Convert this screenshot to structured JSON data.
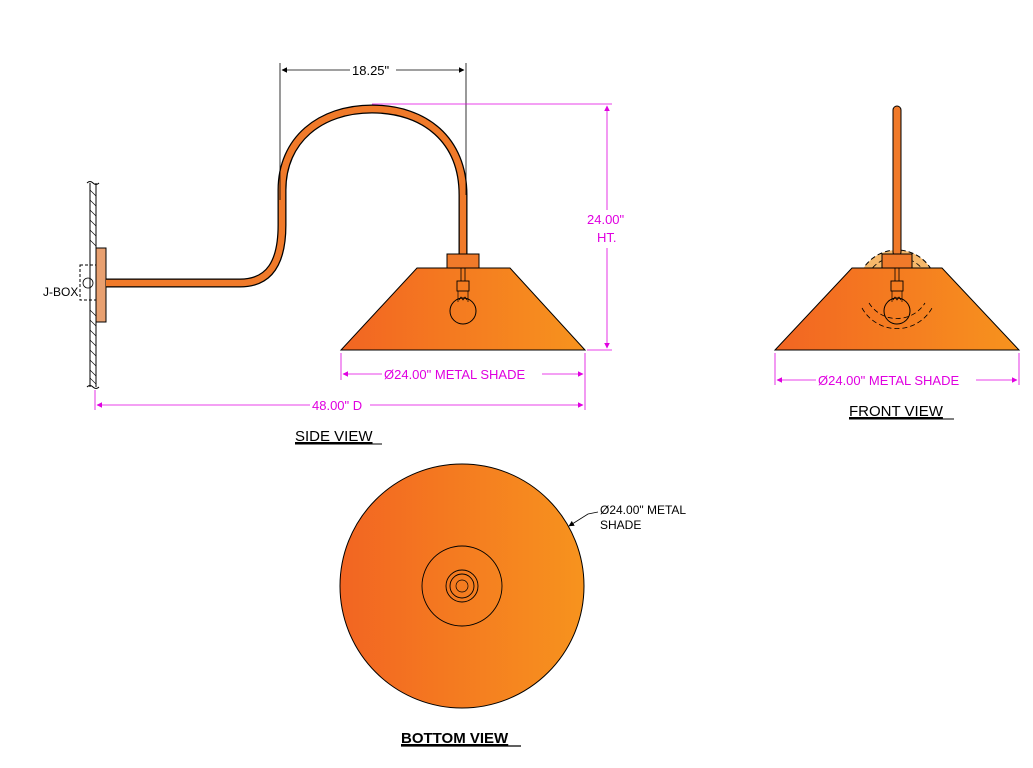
{
  "colors": {
    "shade_light": "#f7931e",
    "shade_dark": "#f26522",
    "arm": "#f07a2a",
    "dimension": "#e000e0",
    "outline": "#000000"
  },
  "side_view": {
    "title": "SIDE VIEW",
    "dim_top": "18.25\"",
    "dim_height_line1": "24.00\"",
    "dim_height_line2": "HT.",
    "dim_shade": "Ø24.00\" METAL SHADE",
    "dim_depth": "48.00\" D",
    "jbox_label": "J-BOX"
  },
  "front_view": {
    "title": "FRONT VIEW",
    "dim_shade": "Ø24.00\" METAL SHADE"
  },
  "bottom_view": {
    "title": "BOTTOM VIEW",
    "callout_line1": "Ø24.00\" METAL",
    "callout_line2": "SHADE"
  }
}
